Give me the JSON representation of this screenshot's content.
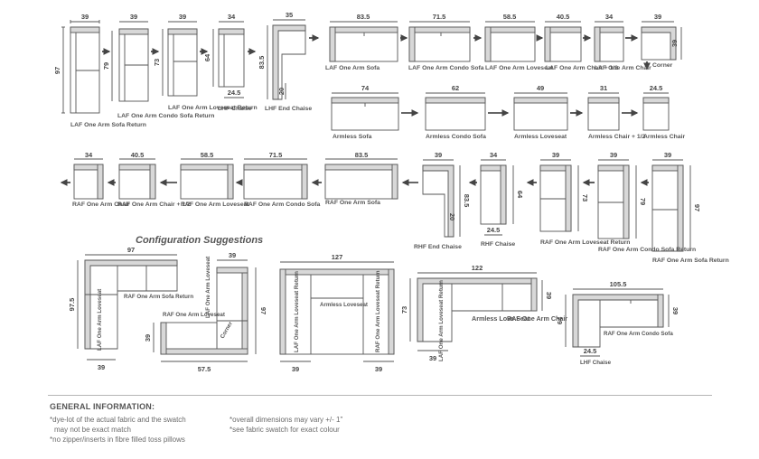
{
  "laf_row": [
    {
      "dim": "39",
      "depth": "97",
      "name": "LAF One Arm Sofa Return"
    },
    {
      "dim": "39",
      "depth": "79",
      "name": "LAF One Arm Condo Sofa Return"
    },
    {
      "dim": "39",
      "depth": "73",
      "name": "LAF One Arm Loveseat Return"
    },
    {
      "dim": "34",
      "depth": "64",
      "extra": "24.5",
      "name": "LHF Chaise"
    },
    {
      "dim": "35",
      "depth": "83.5",
      "extra": "20",
      "name": "LHF End Chaise"
    },
    {
      "dim": "83.5",
      "name": "LAF One Arm Sofa"
    },
    {
      "dim": "71.5",
      "name": "LAF One Arm Condo Sofa"
    },
    {
      "dim": "58.5",
      "name": "LAF One Arm Loveseat"
    },
    {
      "dim": "40.5",
      "name": "LAF One Arm Chair + 1/2"
    },
    {
      "dim": "34",
      "name": "LAF One Arm Chair"
    },
    {
      "dim": "39",
      "depth": "39",
      "name": "Corner"
    }
  ],
  "armless_row": [
    {
      "dim": "74",
      "name": "Armless Sofa"
    },
    {
      "dim": "62",
      "name": "Armless Condo Sofa"
    },
    {
      "dim": "49",
      "name": "Armless Loveseat"
    },
    {
      "dim": "31",
      "name": "Armless Chair + 1/2"
    },
    {
      "dim": "24.5",
      "name": "Armless Chair"
    }
  ],
  "raf_row": [
    {
      "dim": "34",
      "name": "RAF One Arm Chair"
    },
    {
      "dim": "40.5",
      "name": "RAF One Arm Chair + 1/2"
    },
    {
      "dim": "58.5",
      "name": "RAF One Arm Loveseat"
    },
    {
      "dim": "71.5",
      "name": "RAF One Arm Condo Sofa"
    },
    {
      "dim": "83.5",
      "name": "RAF One Arm Sofa"
    },
    {
      "dim": "39",
      "depth": "83.5",
      "extra": "20",
      "name": "RHF End Chaise"
    },
    {
      "dim": "34",
      "depth": "64",
      "extra": "24.5",
      "name": "RHF Chaise"
    },
    {
      "dim": "39",
      "depth": "73",
      "name": "RAF One Arm Loveseat Return"
    },
    {
      "dim": "39",
      "depth": "79",
      "name": "RAF One Arm Condo Sofa Return"
    },
    {
      "dim": "39",
      "depth": "97",
      "name": "RAF One Arm Sofa Return"
    }
  ],
  "config_title": "Configuration Suggestions",
  "config1": {
    "top": "97",
    "side": "97.5",
    "bottom": "39",
    "lbl_a": "RAF One Arm Sofa Return",
    "lbl_b": "LAF One Arm Loveseat"
  },
  "config2": {
    "top": "39",
    "side_l": "39",
    "side_r": "97",
    "bottom": "57.5",
    "lbl_a": "RAF One Arm Loveseat",
    "lbl_b": "LAF One Arm Loveseat",
    "lbl_c": "Corner"
  },
  "config3": {
    "top": "127",
    "bl": "39",
    "br": "39",
    "lbl_a": "Armless Loveseat",
    "lbl_b": "LAF One Arm Loveseat Return",
    "lbl_c": "RAF One Arm Loveseat Return"
  },
  "config4": {
    "top": "122",
    "side_l": "73",
    "side_r": "39",
    "bottom": "39",
    "lbl_a": "Armless Love Seat",
    "lbl_b": "RAF One Arm Chair",
    "lbl_c": "LAF One Arm Loveseat Return"
  },
  "config5": {
    "top": "105.5",
    "side_l": "64",
    "side_r": "39",
    "bottom": "24.5",
    "lbl_a": "RAF One Arm Condo Sofa",
    "lbl_b": "LHF Chaise"
  },
  "general": {
    "heading": "GENERAL INFORMATION:",
    "note1": "*dye-lot of the actual fabric and the swatch",
    "note1b": "may not be exact match",
    "note2": "*no zipper/inserts in fibre filled toss pillows",
    "note3": "*overall dimensions may vary +/- 1\"",
    "note4": "*see fabric swatch for exact colour"
  }
}
